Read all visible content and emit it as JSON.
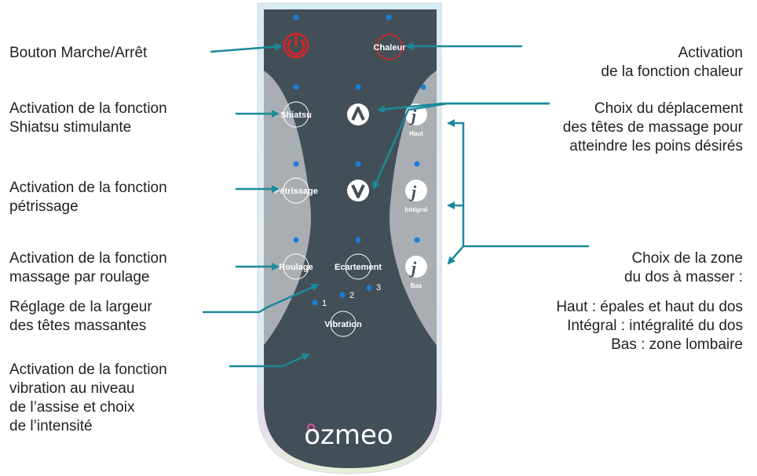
{
  "remote": {
    "buttons": {
      "chaleur": "Chaleur",
      "shiatsu": "Shiatsu",
      "petrissage": "Pétrissage",
      "roulage": "Roulage",
      "ecartement": "Ecartement",
      "vibration": "Vibration",
      "haut": "Haut",
      "integral": "Intégral",
      "bas": "Bas"
    },
    "intensity": [
      "1",
      "2",
      "3"
    ],
    "brand": "ozmeo"
  },
  "labels": {
    "power": "Bouton Marche/Arrêt",
    "chaleur": "Activation\nde la fonction chaleur",
    "shiatsu": "Activation de la fonction\nShiatsu stimulante",
    "direction": "Choix du déplacement\ndes têtes de massage pour\natteindre les poins désirés",
    "petrissage": "Activation de la fonction\npétrissage",
    "roulage": "Activation de la fonction\nmassage par roulage",
    "zone": "Choix de la zone\ndu dos à masser :",
    "largeur": "Réglage de la largeur\ndes têtes massantes",
    "zones_detail": "Haut : épales et haut du dos\nIntégral : intégralité du dos\nBas : zone lombaire",
    "vibration": "Activation de la fonction\nvibration au niveau\nde l’assise et choix\nde l’intensité"
  },
  "colors": {
    "body": "#434f57",
    "side_panel": "#a9aeb3",
    "led": "#1d7cd6",
    "power": "#d9252a",
    "arrow": "#1a8a9a",
    "brand_dot": "#e0529c"
  }
}
